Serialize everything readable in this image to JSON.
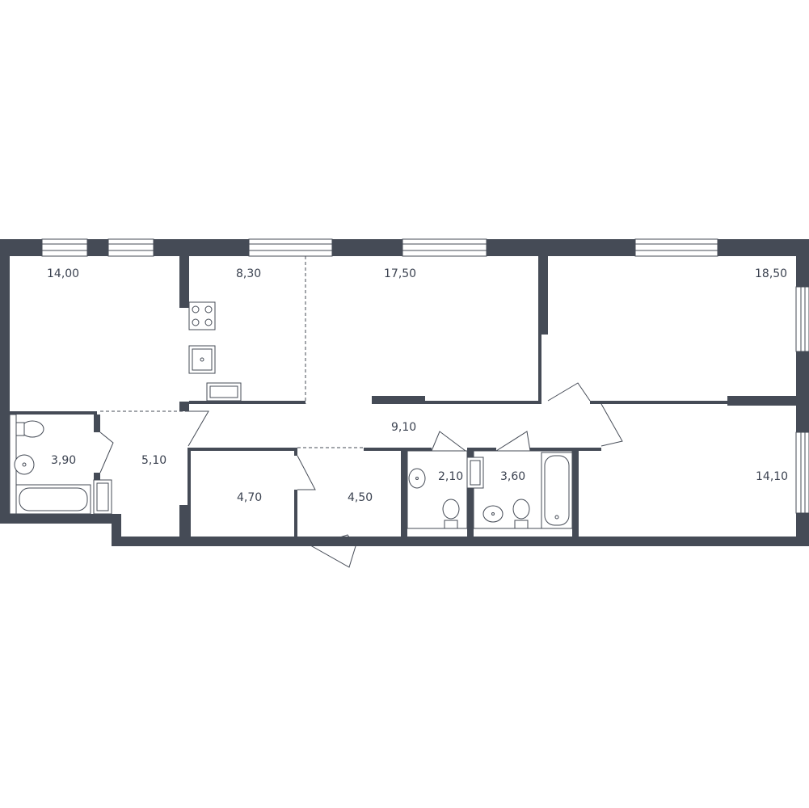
{
  "plan": {
    "rooms": [
      {
        "id": "room-1",
        "area": "14,00"
      },
      {
        "id": "room-2",
        "area": "8,30"
      },
      {
        "id": "room-3",
        "area": "17,50"
      },
      {
        "id": "room-4",
        "area": "18,50"
      },
      {
        "id": "room-5",
        "area": "9,10"
      },
      {
        "id": "room-6",
        "area": "3,90"
      },
      {
        "id": "room-7",
        "area": "5,10"
      },
      {
        "id": "room-8",
        "area": "4,70"
      },
      {
        "id": "room-9",
        "area": "4,50"
      },
      {
        "id": "room-10",
        "area": "2,10"
      },
      {
        "id": "room-11",
        "area": "3,60"
      },
      {
        "id": "room-12",
        "area": "14,10"
      }
    ],
    "colors": {
      "wall": "#454b56",
      "text": "#3b4250",
      "background": "#ffffff"
    }
  }
}
